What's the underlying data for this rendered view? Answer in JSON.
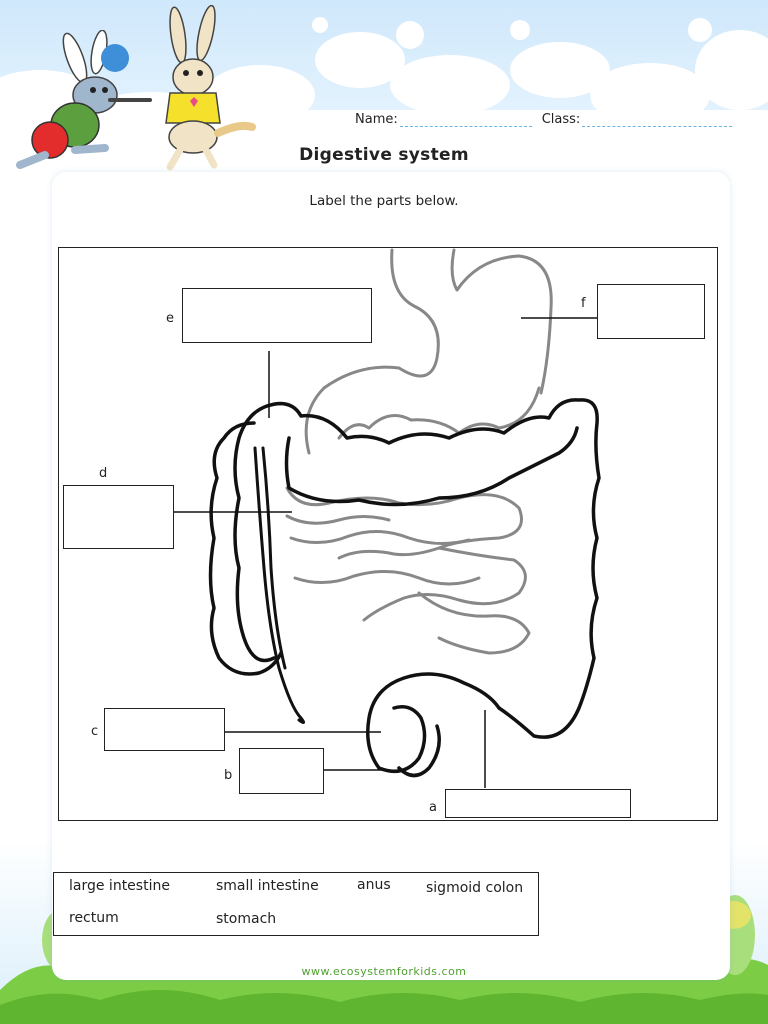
{
  "header": {
    "name_label": "Name:",
    "class_label": "Class:"
  },
  "title": "Digestive system",
  "instruction": "Label the parts below.",
  "diagram": {
    "labels": [
      {
        "letter": "a"
      },
      {
        "letter": "b"
      },
      {
        "letter": "c"
      },
      {
        "letter": "d"
      },
      {
        "letter": "e"
      },
      {
        "letter": "f"
      }
    ]
  },
  "word_bank": {
    "words": [
      "large intestine",
      "small intestine",
      "anus",
      "sigmoid colon",
      "rectum",
      "stomach"
    ]
  },
  "footer": {
    "website": "www.ecosystemforkids.com"
  },
  "colors": {
    "sky": "#dcefff",
    "cloud": "#ffffff",
    "grass": "#6cc23a",
    "dash": "#6fb3df",
    "organ_outline": "#111111",
    "small_intestine": "#888888"
  },
  "icons": [
    "rabbit-mascot-icon",
    "rabbit-mascot-icon"
  ]
}
